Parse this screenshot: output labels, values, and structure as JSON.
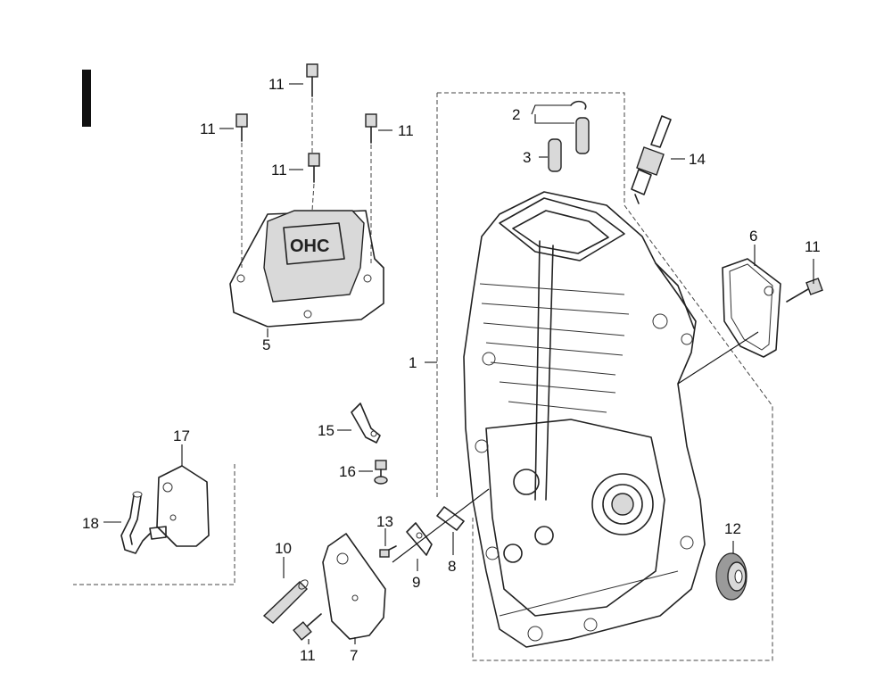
{
  "callouts": {
    "c1": "1",
    "c2": "2",
    "c3": "3",
    "c5": "5",
    "c6": "6",
    "c7": "7",
    "c8": "8",
    "c9": "9",
    "c10": "10",
    "c12": "12",
    "c13": "13",
    "c14": "14",
    "c15": "15",
    "c16": "16",
    "c17": "17",
    "c18": "18",
    "c11_a": "11",
    "c11_b": "11",
    "c11_c": "11",
    "c11_d": "11",
    "c11_e": "11",
    "c11_f": "11"
  },
  "colors": {
    "ink": "#222222",
    "background": "#ffffff"
  }
}
